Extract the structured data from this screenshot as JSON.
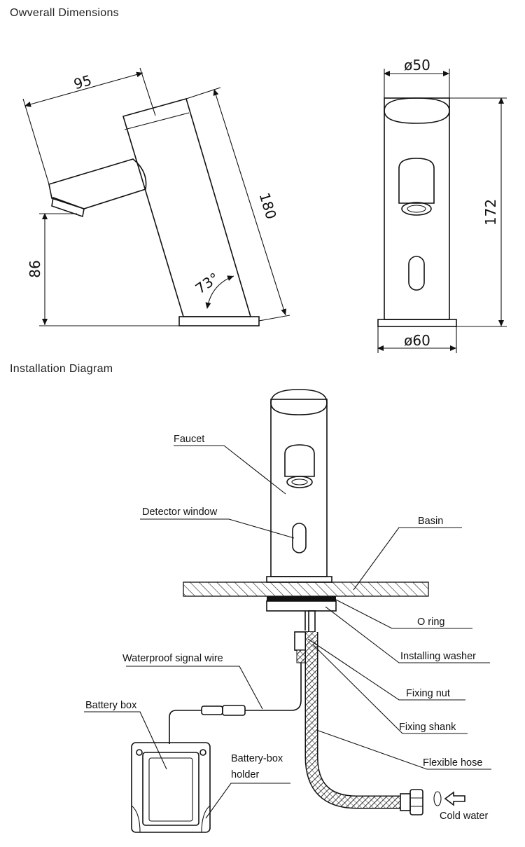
{
  "headings": {
    "overall": "Owverall Dimensions",
    "install": "Installation Diagram"
  },
  "dimensions": {
    "spout_length": "95",
    "body_height": "180",
    "spout_height": "86",
    "angle": "73°",
    "top_diameter": "ø50",
    "front_height": "172",
    "base_diameter": "ø60"
  },
  "callouts": {
    "faucet": "Faucet",
    "detector_window": "Detector window",
    "basin": "Basin",
    "o_ring": "O ring",
    "installing_washer": "Installing washer",
    "signal_wire": "Waterproof signal wire",
    "fixing_nut": "Fixing nut",
    "battery_box": "Battery box",
    "fixing_shank": "Fixing shank",
    "battery_holder_1": "Battery-box",
    "battery_holder_2": "holder",
    "flexible_hose": "Flexible hose",
    "cold_water": "Cold water"
  }
}
